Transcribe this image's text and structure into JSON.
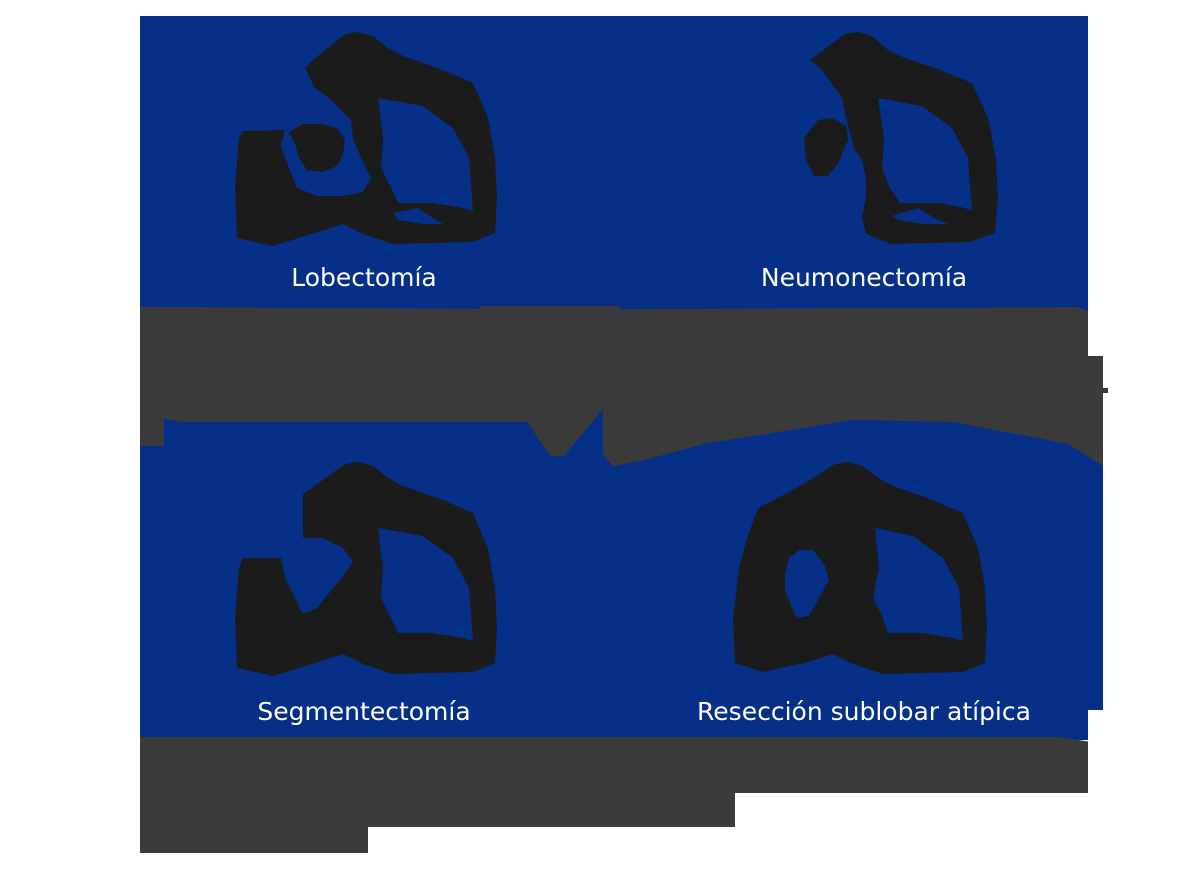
{
  "colors": {
    "background": "#ffffff",
    "panel_blue": "#062f87",
    "lung_dark": "#1b1b1b",
    "redaction_gray": "#3b3b3b",
    "title_text": "#ffffff"
  },
  "panels": [
    {
      "id": "lobectomia",
      "title": "Lobectomía",
      "description": "",
      "icon": "lung-lobectomy-icon"
    },
    {
      "id": "neumonectomia",
      "title": "Neumonectomía",
      "description": "",
      "icon": "lung-pneumonectomy-icon"
    },
    {
      "id": "segmentectomia",
      "title": "Segmentectomía",
      "description": "",
      "icon": "lung-segmentectomy-icon"
    },
    {
      "id": "reseccion-sublobar-atipica",
      "title": "Resección sublobar atípica",
      "description": "",
      "icon": "lung-wedge-resection-icon"
    }
  ]
}
